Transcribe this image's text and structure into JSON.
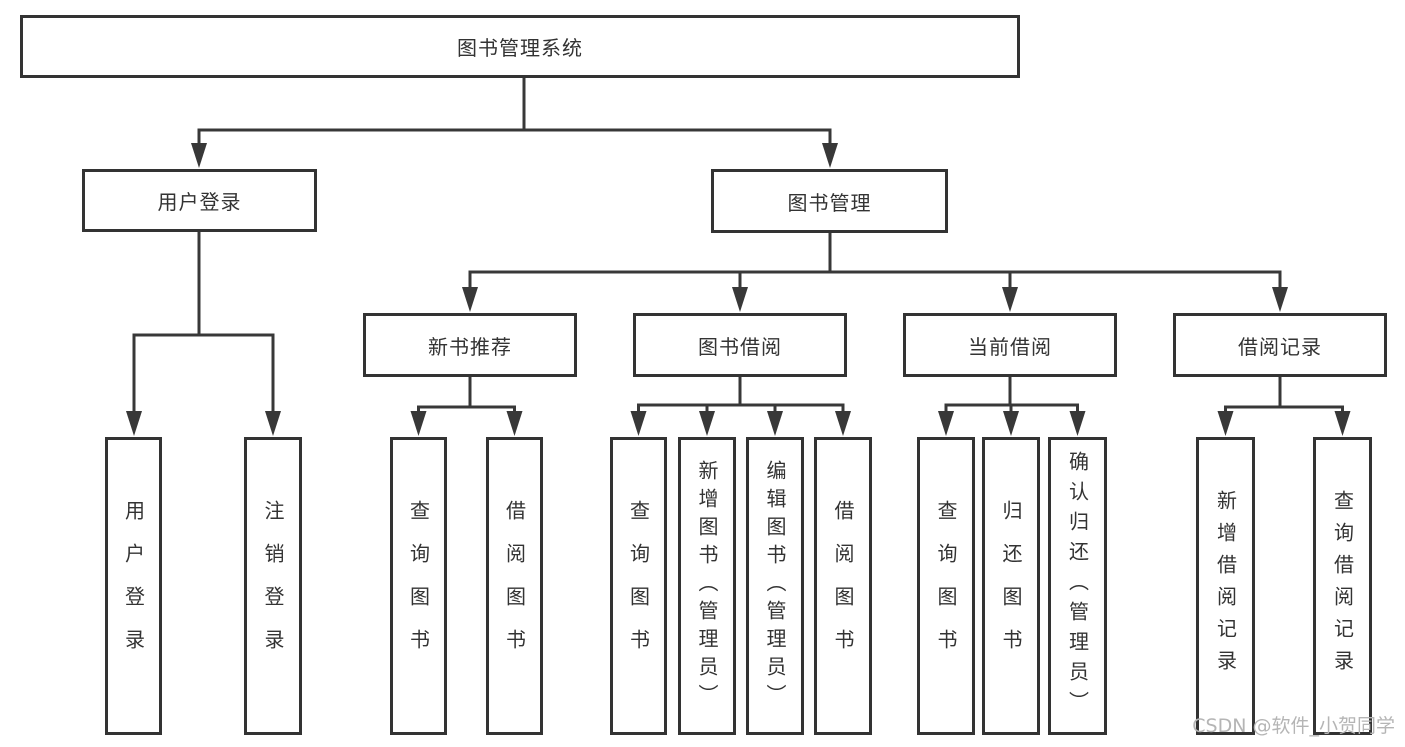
{
  "diagram": {
    "colors": {
      "line": "#383838",
      "box_border": "#333333",
      "text": "#333333",
      "background": "#ffffff",
      "watermark": "#b5b5b5"
    },
    "tree": {
      "label": "图书管理系统",
      "children": [
        {
          "label": "用户登录",
          "children": [
            {
              "label": "用户登录"
            },
            {
              "label": "注销登录"
            }
          ]
        },
        {
          "label": "图书管理",
          "children": [
            {
              "label": "新书推荐",
              "children": [
                {
                  "label": "查询图书"
                },
                {
                  "label": "借阅图书"
                }
              ]
            },
            {
              "label": "图书借阅",
              "children": [
                {
                  "label": "查询图书"
                },
                {
                  "label": "新增图书（管理员）"
                },
                {
                  "label": "编辑图书（管理员）"
                },
                {
                  "label": "借阅图书"
                }
              ]
            },
            {
              "label": "当前借阅",
              "children": [
                {
                  "label": "查询图书"
                },
                {
                  "label": "归还图书"
                },
                {
                  "label": "确认归还（管理员）"
                }
              ]
            },
            {
              "label": "借阅记录",
              "children": [
                {
                  "label": "新增借阅记录"
                },
                {
                  "label": "查询借阅记录"
                }
              ]
            }
          ]
        }
      ]
    }
  },
  "watermark": {
    "text": "CSDN @软件_小贺同学"
  }
}
